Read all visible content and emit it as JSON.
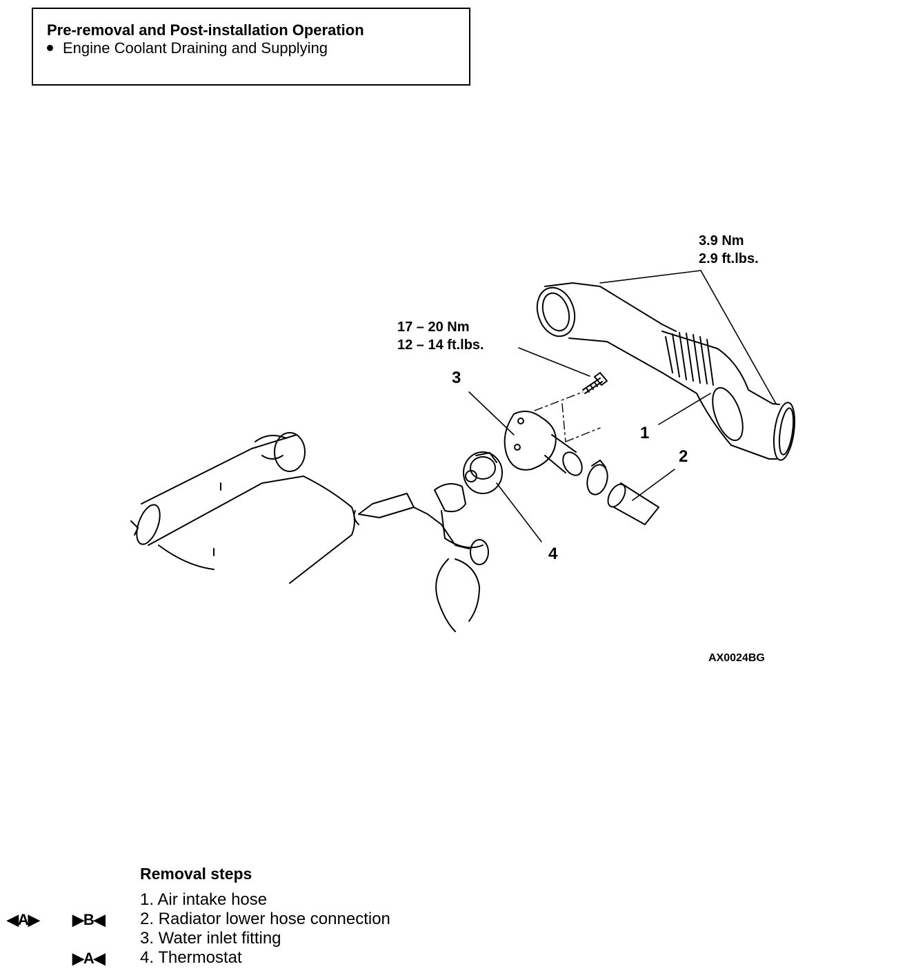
{
  "header_box": {
    "title": "Pre-removal and Post-installation Operation",
    "items": [
      "Engine Coolant Draining and Supplying"
    ]
  },
  "diagram": {
    "torque_1": {
      "line1": "3.9 Nm",
      "line2": "2.9 ft.lbs."
    },
    "torque_2": {
      "line1": "17 – 20 Nm",
      "line2": "12 – 14 ft.lbs."
    },
    "callouts": [
      "1",
      "2",
      "3",
      "4"
    ],
    "figure_id": "AX0024BG"
  },
  "removal": {
    "title": "Removal steps",
    "steps": [
      {
        "text": "1. Air intake hose",
        "marks": ""
      },
      {
        "text": "2. Radiator lower hose connection",
        "mark_a": "◀A▶",
        "mark_b": "▶B◀"
      },
      {
        "text": "3. Water inlet fitting",
        "marks": ""
      },
      {
        "text": "4. Thermostat",
        "mark_b": "▶A◀"
      }
    ]
  }
}
